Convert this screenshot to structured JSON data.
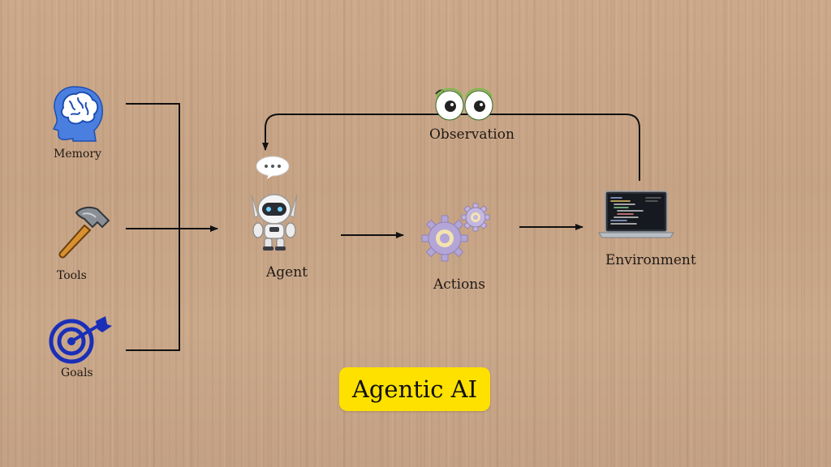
{
  "nodes": {
    "memory": "Memory",
    "tools": "Tools",
    "goals": "Goals",
    "agent": "Agent",
    "actions": "Actions",
    "environment": "Environment",
    "observation": "Observation"
  },
  "title": "Agentic AI",
  "icons": {
    "memory": "brain-head-icon",
    "tools": "hammer-icon",
    "goals": "target-arrow-icon",
    "agent": "robot-icon",
    "chat": "speech-bubble-icon",
    "actions": "gears-icon",
    "environment": "laptop-code-icon",
    "observation": "eyes-icon"
  },
  "colors": {
    "badge": "#ffe100",
    "line": "#111111",
    "memory_icon": "#3b6fd8",
    "goals_icon": "#1a2fb8",
    "gears": "#b3a5d6"
  }
}
